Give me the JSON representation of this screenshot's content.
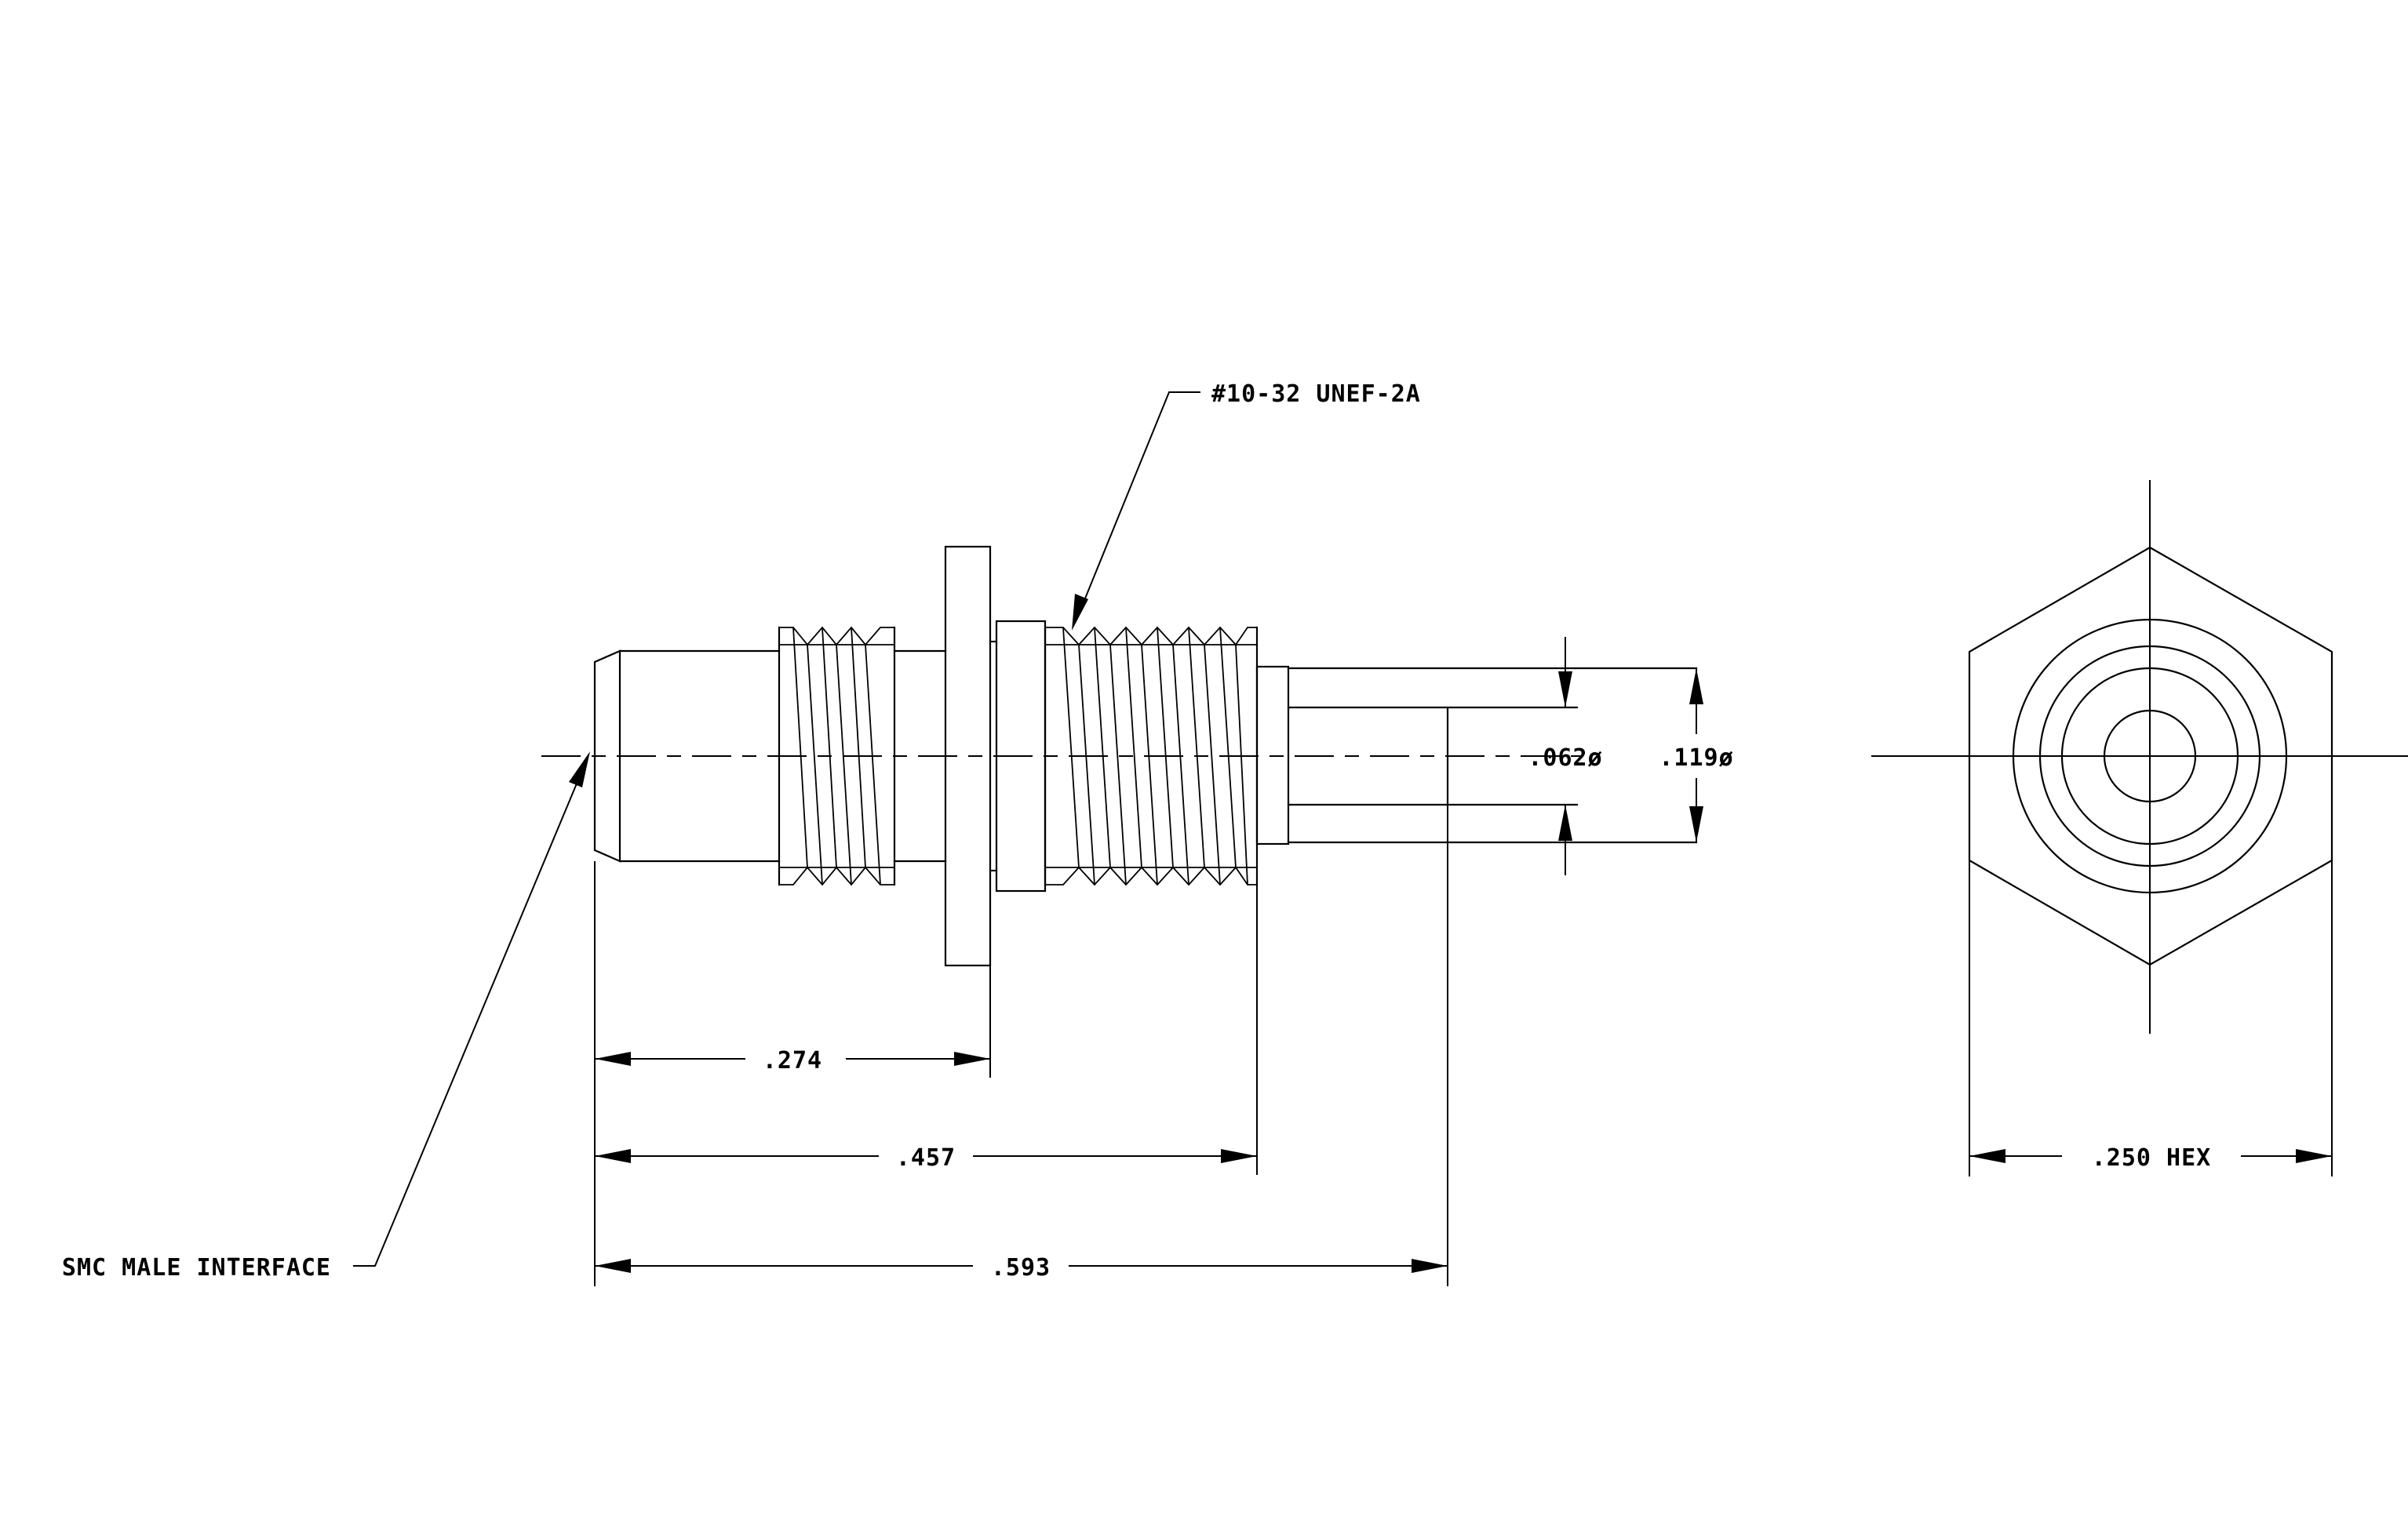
{
  "labels": {
    "thread_callout": "#10-32 UNEF-2A",
    "interface_callout": "SMC MALE INTERFACE"
  },
  "dimensions": {
    "pin_diameter": ".062ø",
    "shank_diameter": ".119ø",
    "flange_length": ".274",
    "thread_end_length": ".457",
    "overall_length": ".593",
    "hex_width": ".250 HEX"
  }
}
